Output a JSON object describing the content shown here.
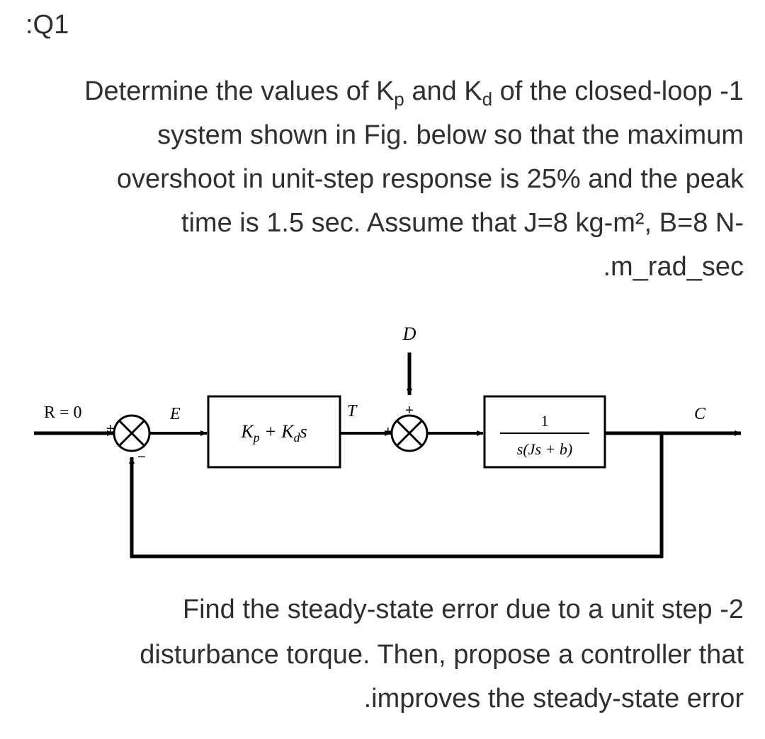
{
  "question_label": ":Q1",
  "part1": {
    "line1_pre": "Determine the values of K",
    "line1_sub_p": "p",
    "line1_mid": " and K",
    "line1_sub_d": "d",
    "line1_post": " of the closed-loop -1",
    "line2": "system shown in Fig. below so that the maximum",
    "line3": "overshoot in unit-step response is 25% and the peak",
    "line4": "time is 1.5 sec. Assume that J=8 kg-m², B=8 N-",
    "line5": ".m_rad_sec"
  },
  "diagram": {
    "input_label": "R = 0",
    "error_label": "E",
    "controller_label": "K_p + K_d s",
    "controller_K": "K",
    "controller_p": "p",
    "controller_plus": " + K",
    "controller_d": "d",
    "controller_s": "s",
    "torque_label": "T",
    "disturbance_label": "D",
    "plant_numerator": "1",
    "plant_denominator": "s(Js + b)",
    "output_label": "C",
    "sum1_sign_left": "+",
    "sum1_sign_bottom": "−",
    "sum2_sign_top": "+",
    "sum2_sign_left": "+"
  },
  "part2": {
    "line1": "Find the steady-state error due to a unit step -2",
    "line2": "disturbance torque. Then, propose a controller that",
    "line3": ".improves the steady-state error"
  }
}
